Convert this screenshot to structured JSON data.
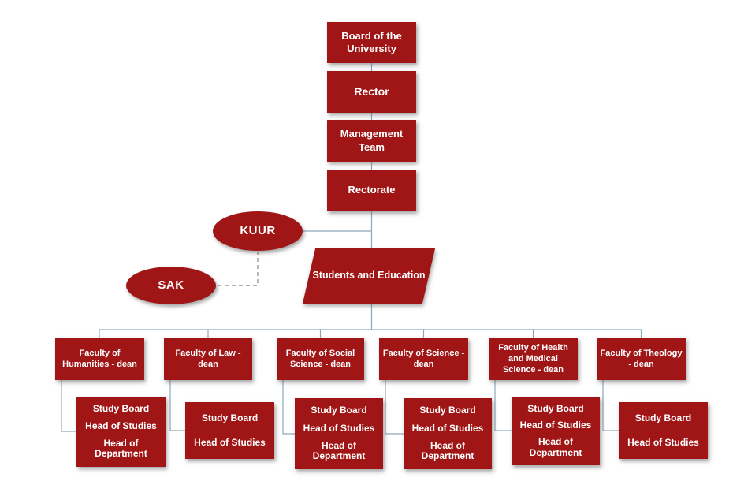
{
  "title": "University organisation chart",
  "colors": {
    "node_fill": "#A01616",
    "node_text": "#FFFFFF",
    "connector": "#8FA8B8",
    "dashed_connector": "#9B9B9B",
    "background": "#FFFFFF"
  },
  "nodes": {
    "board": "Board of the University",
    "rector": "Rector",
    "management": "Management Team",
    "rectorate": "Rectorate",
    "students": "Students and Education",
    "kuur": "KUUR",
    "sak": "SAK"
  },
  "faculties": [
    {
      "label": "Faculty of Humanities - dean",
      "sub": [
        "Study Board",
        "Head of Studies",
        "Head of Department"
      ]
    },
    {
      "label": "Faculty of Law - dean",
      "sub": [
        "Study Board",
        "Head of Studies"
      ]
    },
    {
      "label": "Faculty of Social Science - dean",
      "sub": [
        "Study Board",
        "Head of Studies",
        "Head of Department"
      ]
    },
    {
      "label": "Faculty of Science - dean",
      "sub": [
        "Study Board",
        "Head of Studies",
        "Head of Department"
      ]
    },
    {
      "label": "Faculty of Health and Medical Science - dean",
      "sub": [
        "Study Board",
        "Head of Studies",
        "Head of Department"
      ]
    },
    {
      "label": "Faculty of Theology - dean",
      "sub": [
        "Study Board",
        "Head of Studies"
      ]
    }
  ]
}
